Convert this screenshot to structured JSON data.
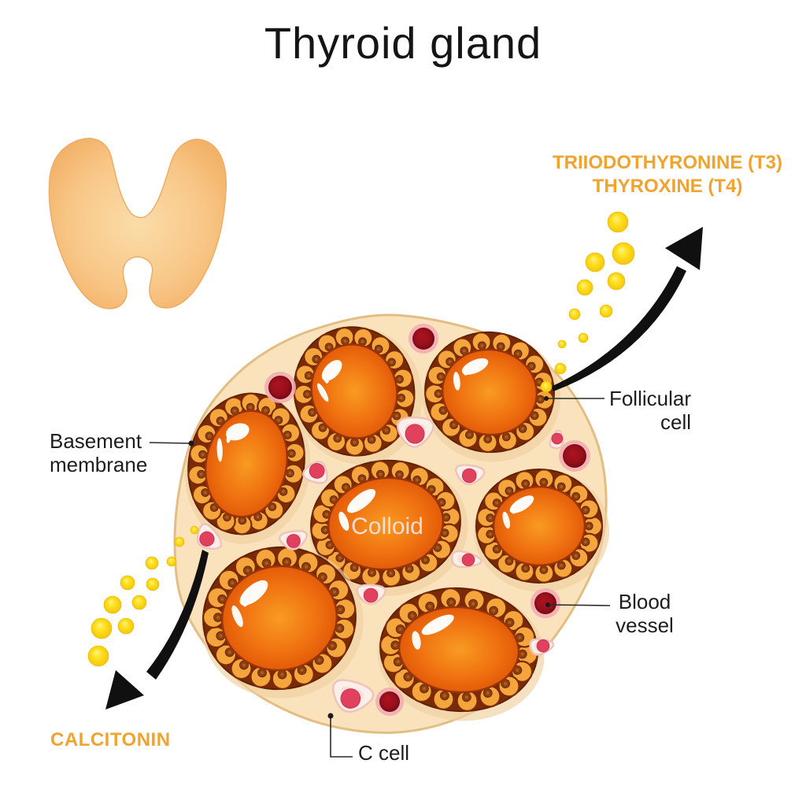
{
  "title": "Thyroid gland",
  "annotations": {
    "hormones_secreted": {
      "line1": "TRIIODOTHYRONINE (T3)",
      "line2": "THYROXINE (T4)"
    },
    "calcitonin": "CALCITONIN",
    "basement_membrane": {
      "line1": "Basement",
      "line2": "membrane"
    },
    "follicular_cell": {
      "line1": "Follicular",
      "line2": "cell"
    },
    "blood_vessel": {
      "line1": "Blood",
      "line2": "vessel"
    },
    "c_cell": "C cell",
    "colloid": "Colloid"
  },
  "colors": {
    "hormone_label": "#F0A42F",
    "label_text": "#1D1D1B",
    "arrow": "#101010",
    "leader_line": "#2A2A2A",
    "tissue_fill": "#FAE3BC",
    "tissue_border": "#E3BE84",
    "follicle_cell": "#F4A53C",
    "follicle_outline": "#7A2B06",
    "nucleus": "#8A3E10",
    "nucleus_inner": "#B55E18",
    "colloid_center": "#F89B22",
    "colloid_edge": "#D35006",
    "colloid_rim": "#98330A",
    "c_cell_fill": "#FBEFE9",
    "c_cell_border": "#EFC3BC",
    "c_cell_inner": "#F7DBD3",
    "c_cell_nucleus": "#E2415E",
    "vessel_dark": "#65060F",
    "vessel_mid": "#B01220",
    "vessel_rim": "#F2ACB1",
    "droplet_yellow": "#FFE01F",
    "thyroid_fill": "#F8C686",
    "thyroid_edge": "#EDAD66",
    "colloid_text": "#F6DCD2"
  }
}
